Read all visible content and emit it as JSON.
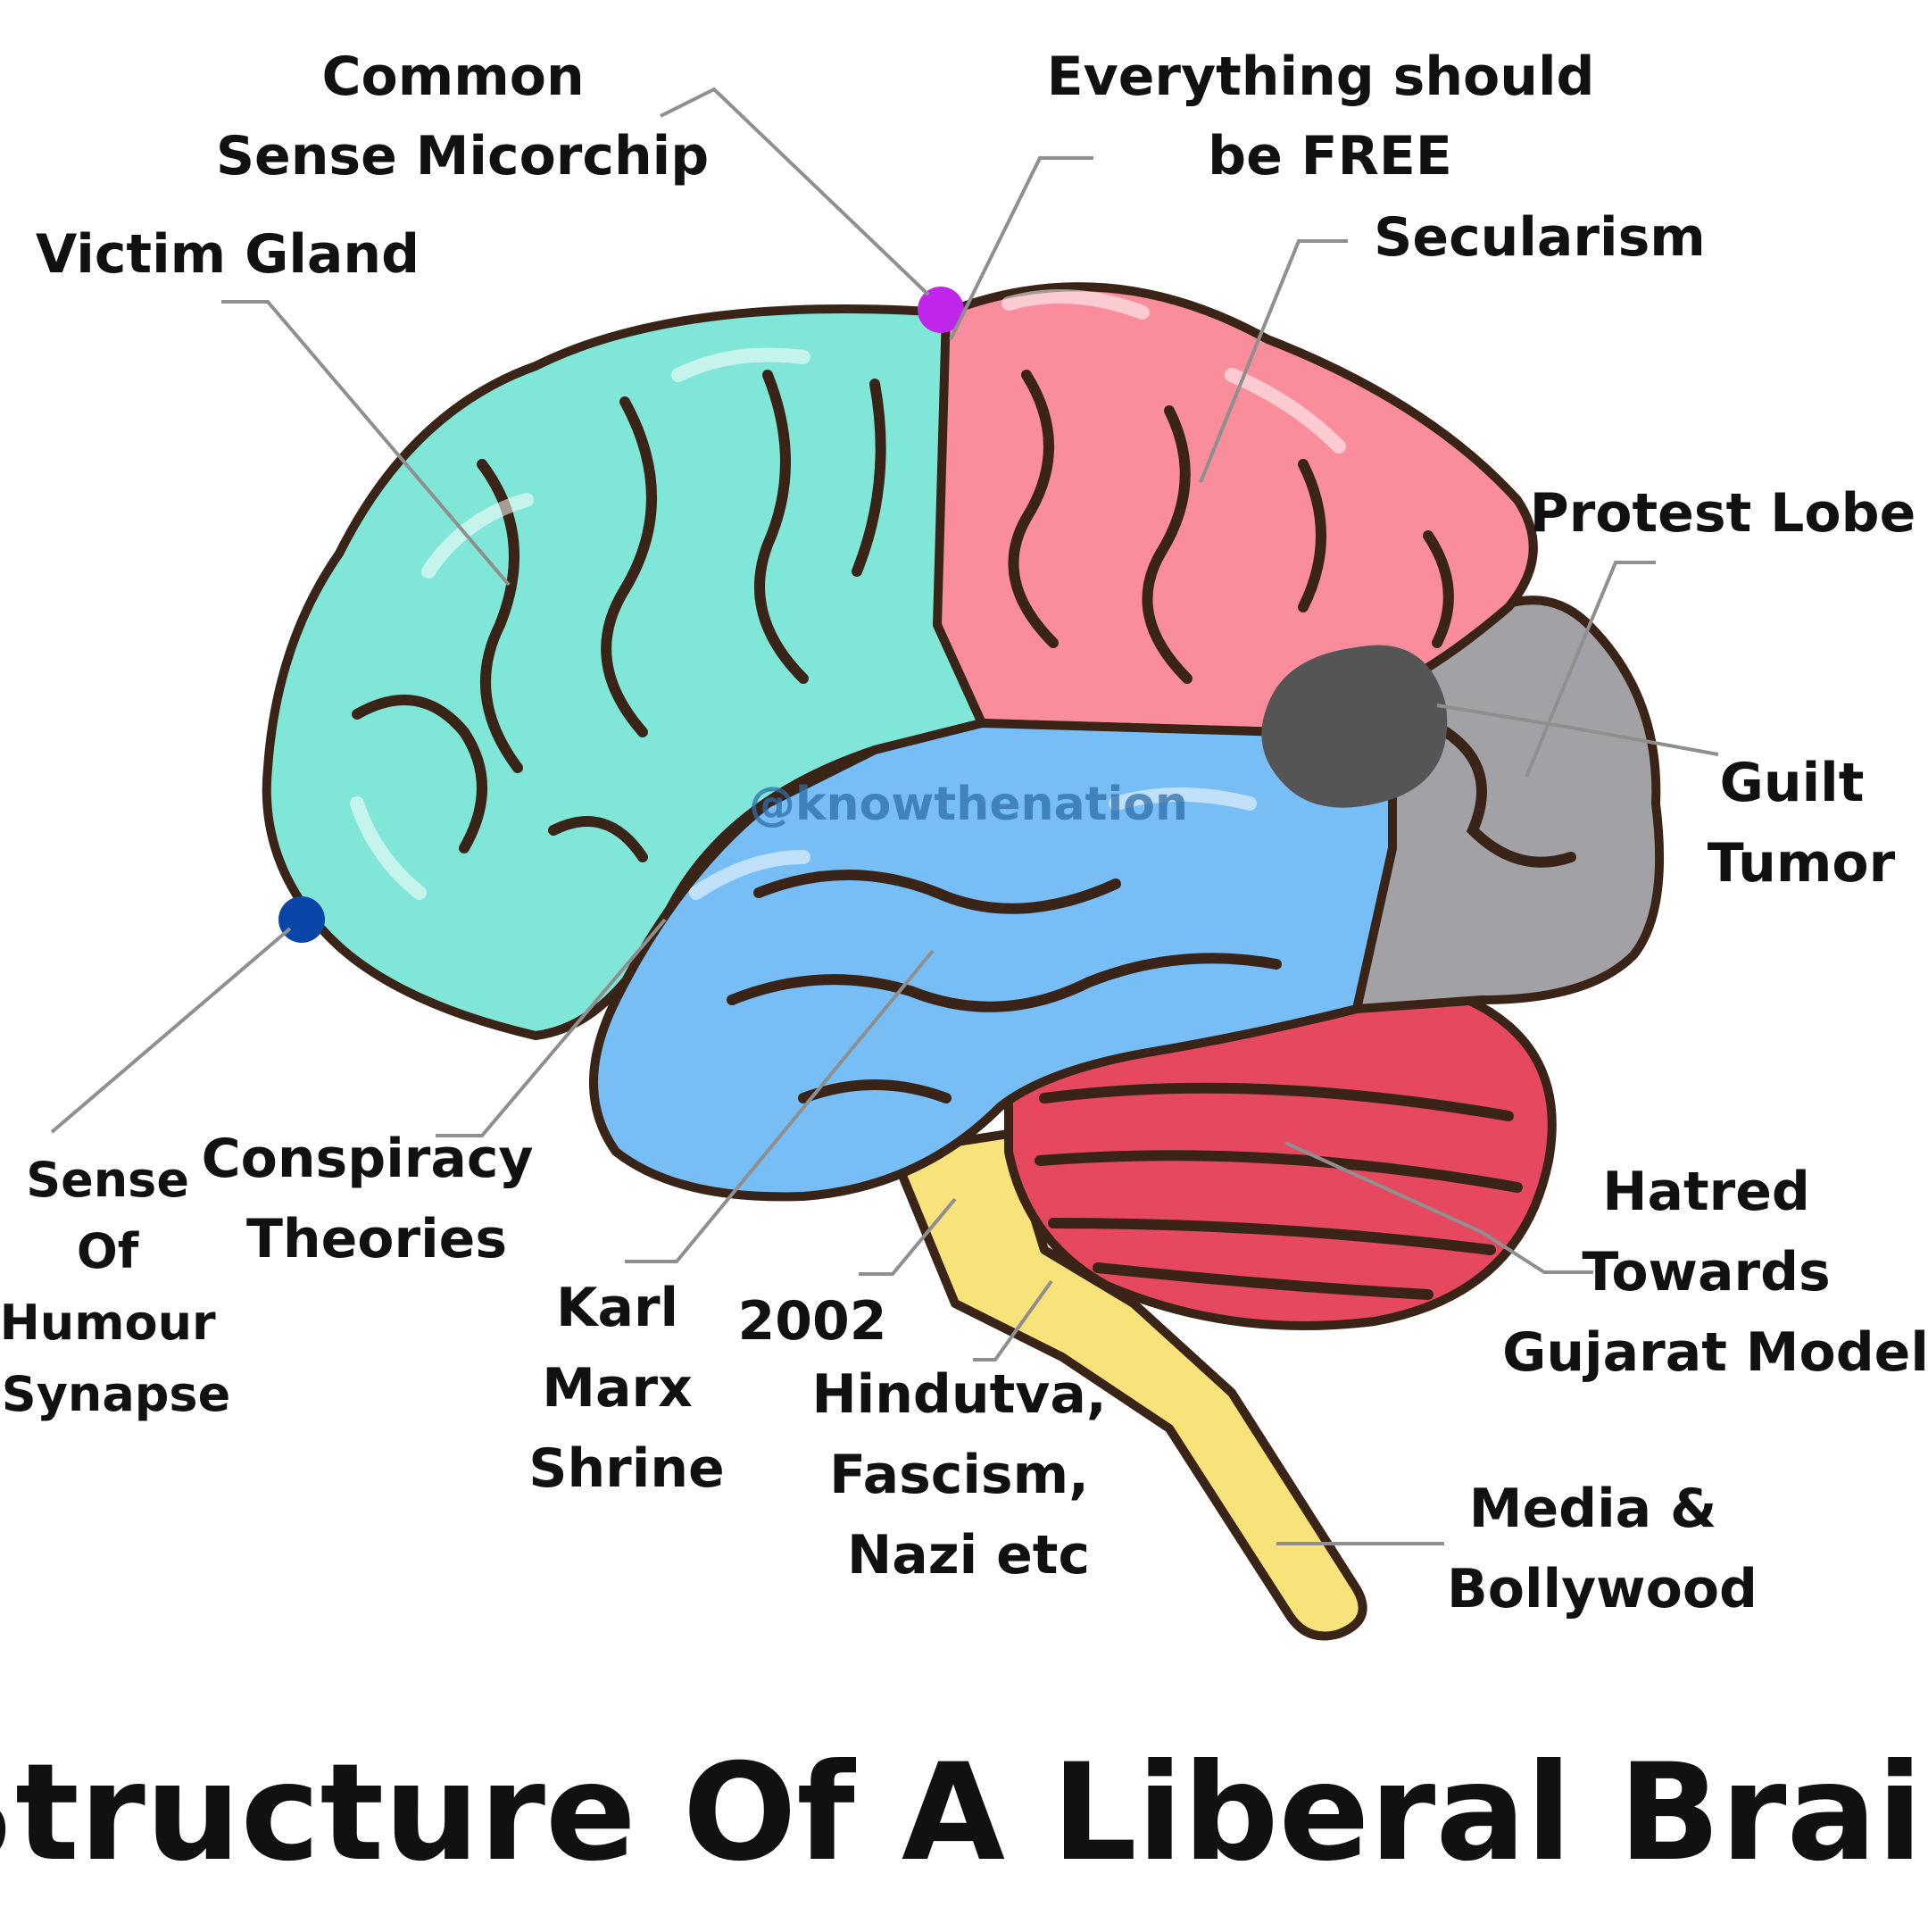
{
  "title": "Structure Of A Liberal Brain",
  "watermark": "@knowthenation",
  "colors": {
    "frontal": "#7fe6d8",
    "parietal": "#f98d9b",
    "temporal": "#77bdf6",
    "occipital": "#a2a2a6",
    "cerebellum": "#e5485f",
    "brainstem": "#f7e37a",
    "tumor": "#555555",
    "microchip_dot": "#c026ea",
    "humour_dot": "#0a46a8"
  },
  "labels": {
    "common_sense": [
      "Common",
      "Sense Micorchip"
    ],
    "everything_free": [
      "Everything should",
      "be FREE"
    ],
    "victim_gland": [
      "Victim Gland"
    ],
    "secularism": [
      "Secularism"
    ],
    "protest_lobe": [
      "Protest Lobe"
    ],
    "guilt_tumor": [
      "Guilt",
      "Tumor"
    ],
    "sense_of_humour": [
      "Sense",
      "Of",
      "Humour",
      "Synapse"
    ],
    "conspiracy": [
      "Conspiracy",
      "Theories"
    ],
    "karl_marx": [
      "Karl",
      "Marx",
      "Shrine"
    ],
    "year_2002": [
      "2002"
    ],
    "hindutva": [
      "Hindutva,",
      "Fascism,",
      "Nazi etc"
    ],
    "hatred": [
      "Hatred",
      "Towards",
      "Gujarat Model"
    ],
    "media": [
      "Media &",
      "Bollywood"
    ]
  }
}
